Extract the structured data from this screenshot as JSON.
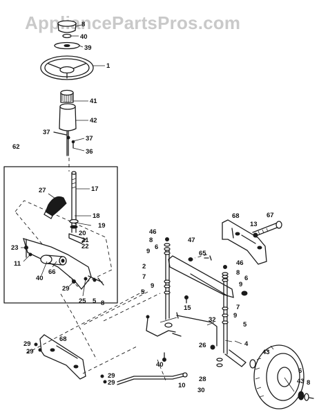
{
  "watermark": "AppliancePartsPros.com",
  "callouts": [
    {
      "id": "c8a",
      "text": "8"
    },
    {
      "id": "c40a",
      "text": "40"
    },
    {
      "id": "c39",
      "text": "39"
    },
    {
      "id": "c1",
      "text": "1"
    },
    {
      "id": "c41",
      "text": "41"
    },
    {
      "id": "c42",
      "text": "42"
    },
    {
      "id": "c37a",
      "text": "37"
    },
    {
      "id": "c37b",
      "text": "37"
    },
    {
      "id": "c36",
      "text": "36"
    },
    {
      "id": "c62",
      "text": "62"
    },
    {
      "id": "c27",
      "text": "27"
    },
    {
      "id": "c17",
      "text": "17"
    },
    {
      "id": "c18",
      "text": "18"
    },
    {
      "id": "c19",
      "text": "19"
    },
    {
      "id": "c20",
      "text": "20"
    },
    {
      "id": "c21",
      "text": "21"
    },
    {
      "id": "c22",
      "text": "22"
    },
    {
      "id": "c23",
      "text": "23"
    },
    {
      "id": "c11",
      "text": "11"
    },
    {
      "id": "c40b",
      "text": "40"
    },
    {
      "id": "c66",
      "text": "66"
    },
    {
      "id": "c29a",
      "text": "29"
    },
    {
      "id": "c25",
      "text": "25"
    },
    {
      "id": "c5a",
      "text": "5"
    },
    {
      "id": "c8b",
      "text": "8"
    },
    {
      "id": "c68a",
      "text": "68"
    },
    {
      "id": "c67",
      "text": "67"
    },
    {
      "id": "c13",
      "text": "13"
    },
    {
      "id": "c46a",
      "text": "46"
    },
    {
      "id": "c8c",
      "text": "8"
    },
    {
      "id": "c6a",
      "text": "6"
    },
    {
      "id": "c9a",
      "text": "9"
    },
    {
      "id": "c47",
      "text": "47"
    },
    {
      "id": "c65",
      "text": "65"
    },
    {
      "id": "c2",
      "text": "2"
    },
    {
      "id": "c46b",
      "text": "46"
    },
    {
      "id": "c8d",
      "text": "8"
    },
    {
      "id": "c6b",
      "text": "6"
    },
    {
      "id": "c9b",
      "text": "9"
    },
    {
      "id": "c7a",
      "text": "7"
    },
    {
      "id": "c9c",
      "text": "9"
    },
    {
      "id": "c5b",
      "text": "5"
    },
    {
      "id": "c15",
      "text": "15"
    },
    {
      "id": "c7b",
      "text": "7"
    },
    {
      "id": "c9d",
      "text": "9"
    },
    {
      "id": "c5c",
      "text": "5"
    },
    {
      "id": "c32",
      "text": "32"
    },
    {
      "id": "c4",
      "text": "4"
    },
    {
      "id": "c26",
      "text": "26"
    },
    {
      "id": "c40c",
      "text": "40"
    },
    {
      "id": "c68b",
      "text": "68"
    },
    {
      "id": "c29b",
      "text": "29"
    },
    {
      "id": "c29c",
      "text": "29"
    },
    {
      "id": "c29d",
      "text": "29"
    },
    {
      "id": "c29e",
      "text": "29"
    },
    {
      "id": "c10",
      "text": "10"
    },
    {
      "id": "c28",
      "text": "28"
    },
    {
      "id": "c30",
      "text": "30"
    },
    {
      "id": "c43a",
      "text": "43"
    },
    {
      "id": "c6c",
      "text": "6"
    },
    {
      "id": "c43b",
      "text": "43"
    },
    {
      "id": "c8e",
      "text": "8"
    }
  ]
}
